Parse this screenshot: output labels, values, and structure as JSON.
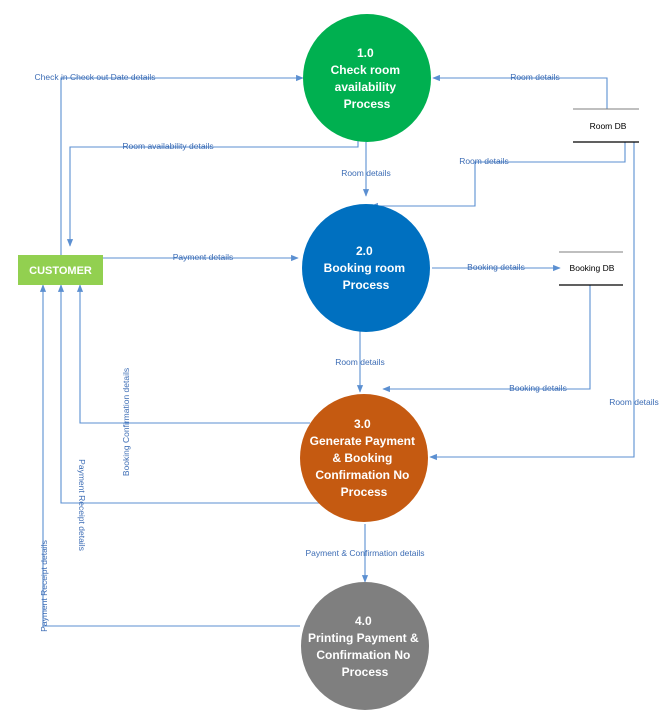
{
  "entity": {
    "label": "CUSTOMER",
    "color": "#92d050"
  },
  "processes": [
    {
      "id": "1.0",
      "lines": [
        "Check room",
        "availability",
        "Process"
      ],
      "color": "#00b050"
    },
    {
      "id": "2.0",
      "lines": [
        "Booking room",
        "Process"
      ],
      "color": "#0070c0"
    },
    {
      "id": "3.0",
      "lines": [
        "Generate Payment",
        "& Booking",
        "Confirmation No",
        "Process"
      ],
      "color": "#c55a11"
    },
    {
      "id": "4.0",
      "lines": [
        "Printing Payment &",
        "Confirmation No",
        "Process"
      ],
      "color": "#7f7f7f"
    }
  ],
  "stores": [
    {
      "label": "Room DB"
    },
    {
      "label": "Booking DB"
    }
  ],
  "flows": [
    "Check in Check out Date details",
    "Room details",
    "Room availability details",
    "Room details",
    "Room details",
    "Payment details",
    "Booking details",
    "Room details",
    "Booking details",
    "Room details",
    "Booking Confirmation details",
    "Payment Receipt details",
    "Payment & Confirmation details",
    "Payment Receipt details"
  ],
  "colors": {
    "flow_line": "#5b8fd1",
    "flow_label": "#3d6db5"
  }
}
